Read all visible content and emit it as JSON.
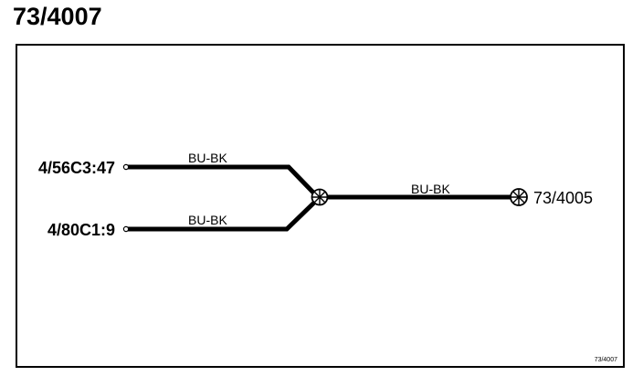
{
  "title": "73/4007",
  "diagram": {
    "connectors": {
      "left_top": "4/56C3:47",
      "left_bottom": "4/80C1:9",
      "right": "73/4005"
    },
    "wires": {
      "top_color": "BU-BK",
      "bottom_color": "BU-BK",
      "trunk_color": "BU-BK"
    },
    "reference": "73/4007"
  },
  "colors": {
    "ink": "#000000",
    "background": "#ffffff"
  }
}
